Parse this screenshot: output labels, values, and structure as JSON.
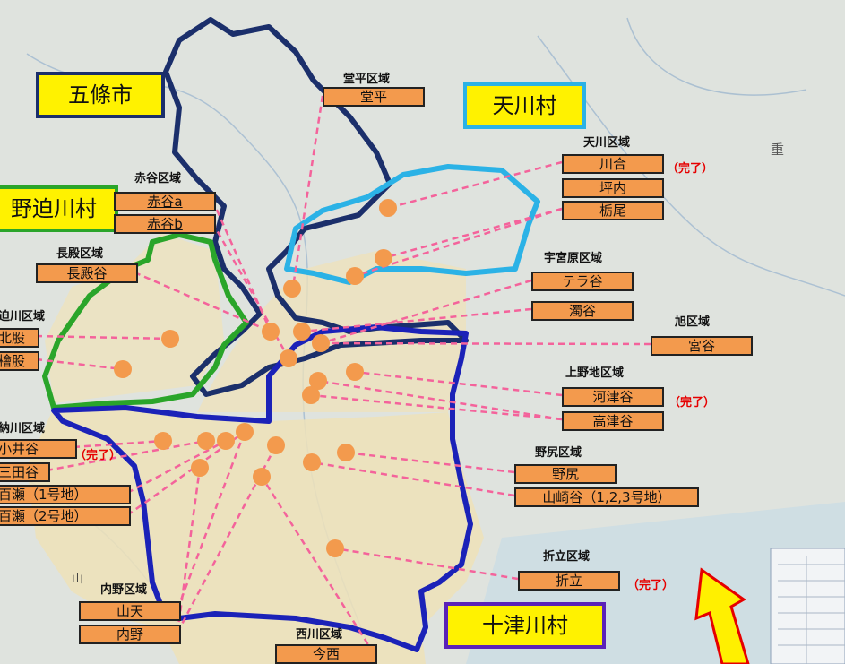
{
  "municipalities": {
    "gojo": "五條市",
    "tenkawa": "天川村",
    "nosegawa": "野迫川村",
    "totsukawa": "十津川村"
  },
  "districts": {
    "dohira": {
      "title": "堂平区域",
      "items": [
        "堂平"
      ]
    },
    "tenkawa": {
      "title": "天川区域",
      "items": [
        "川合",
        "坪内",
        "栃尾"
      ]
    },
    "akadani": {
      "title": "赤谷区域",
      "items": [
        "赤谷a",
        "赤谷b"
      ]
    },
    "nagatono": {
      "title": "長殿区域",
      "items": [
        "長殿谷"
      ]
    },
    "utsuhara": {
      "title": "宇宮原区域",
      "items": [
        "テラ谷",
        "濁谷"
      ]
    },
    "asahi": {
      "title": "旭区域",
      "items": [
        "宮谷"
      ]
    },
    "kitamata": {
      "title": "迫川区域",
      "items": [
        "北股",
        "檜股"
      ]
    },
    "kaminochi": {
      "title": "上野地区域",
      "items": [
        "河津谷",
        "高津谷"
      ]
    },
    "nokawa": {
      "title": "納川区域",
      "items": [
        "小井谷",
        "三田谷",
        "百瀬（1号地）",
        "百瀬（2号地）"
      ]
    },
    "nojiri": {
      "title": "野尻区域",
      "items": [
        "野尻",
        "山崎谷（1,2,3号地）"
      ]
    },
    "oritachi": {
      "title": "折立区域",
      "items": [
        "折立"
      ]
    },
    "uchino": {
      "title": "内野区域",
      "items": [
        "山天",
        "内野"
      ]
    },
    "nishikawa": {
      "title": "西川区域",
      "items": [
        "今西"
      ]
    }
  },
  "completed_label": "（完了）",
  "map_label_partial": "山",
  "prefecture_glyph": "重",
  "colors": {
    "marker": "#f39a4d",
    "leader_line": "#f4639b",
    "gojo_border": "#1b2f6b",
    "tenkawa_border": "#2bb2e6",
    "nosegawa_border": "#2aa52a",
    "totsukawa_border": "#1b22b8",
    "completed": "#e60000",
    "arrow_fill": "#fff000",
    "arrow_stroke": "#e60000"
  }
}
